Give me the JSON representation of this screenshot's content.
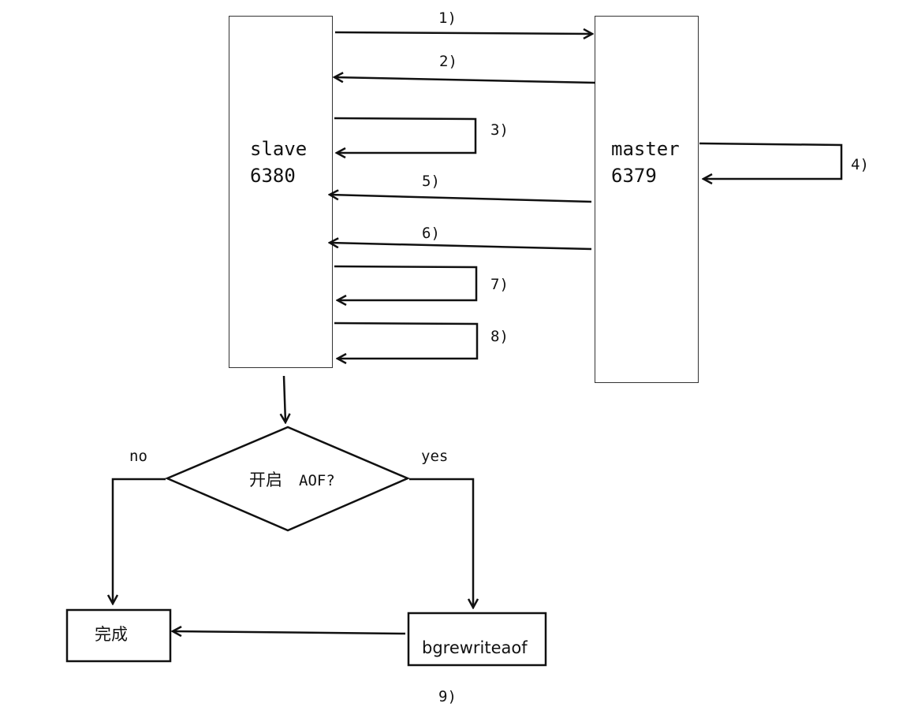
{
  "nodes": {
    "slave": {
      "line1": "slave",
      "line2": "6380"
    },
    "master": {
      "line1": "master",
      "line2": "6379"
    },
    "decision": {
      "cjk": "开启",
      "latin": "AOF?"
    },
    "done": {
      "label": "完成"
    },
    "rewrite": {
      "label": "bgrewriteaof"
    }
  },
  "steps": {
    "s1": "1)",
    "s2": "2)",
    "s3": "3)",
    "s4": "4)",
    "s5": "5)",
    "s6": "6)",
    "s7": "7)",
    "s8": "8)",
    "s9": "9)"
  },
  "branches": {
    "no": "no",
    "yes": "yes"
  }
}
